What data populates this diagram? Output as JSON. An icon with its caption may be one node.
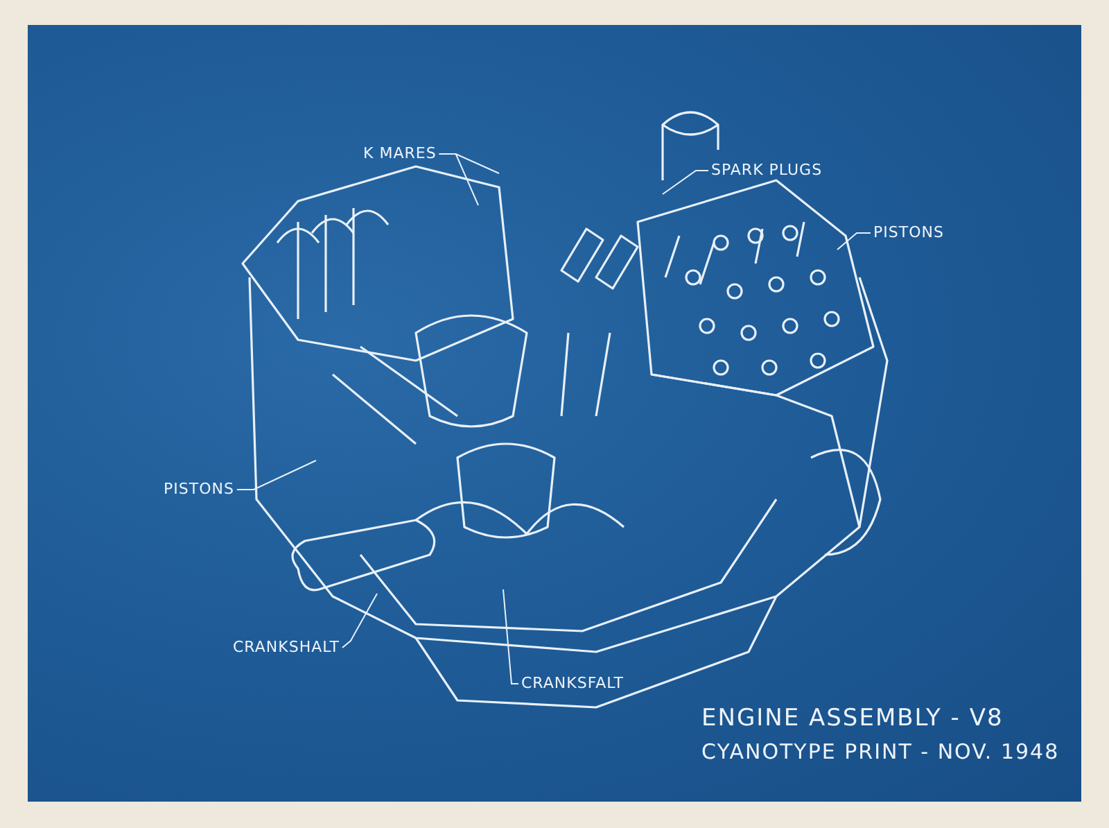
{
  "diagram": {
    "title": "ENGINE ASSEMBLY - V8",
    "caption": "CYANOTYPE PRINT - NOV. 1948",
    "nodes": [
      {
        "text": [
          "K MARES"
        ]
      },
      {
        "text": [
          "SPARK PLUGS"
        ]
      },
      {
        "text": [
          "PISTONS"
        ]
      },
      {
        "text": [
          "PISTONS"
        ]
      },
      {
        "text": [
          "CRANKSHALT"
        ]
      },
      {
        "text": [
          "CRANKSFALT"
        ]
      }
    ],
    "edges": [
      {
        "from": 0,
        "to": null,
        "arrow": "none"
      },
      {
        "from": 0,
        "to": null,
        "arrow": "none"
      },
      {
        "from": 1,
        "to": null,
        "arrow": "none"
      },
      {
        "from": 2,
        "to": null,
        "arrow": "none"
      },
      {
        "from": 3,
        "to": null,
        "arrow": "none"
      },
      {
        "from": 4,
        "to": null,
        "arrow": "none"
      },
      {
        "from": 5,
        "to": null,
        "arrow": "none"
      }
    ]
  }
}
